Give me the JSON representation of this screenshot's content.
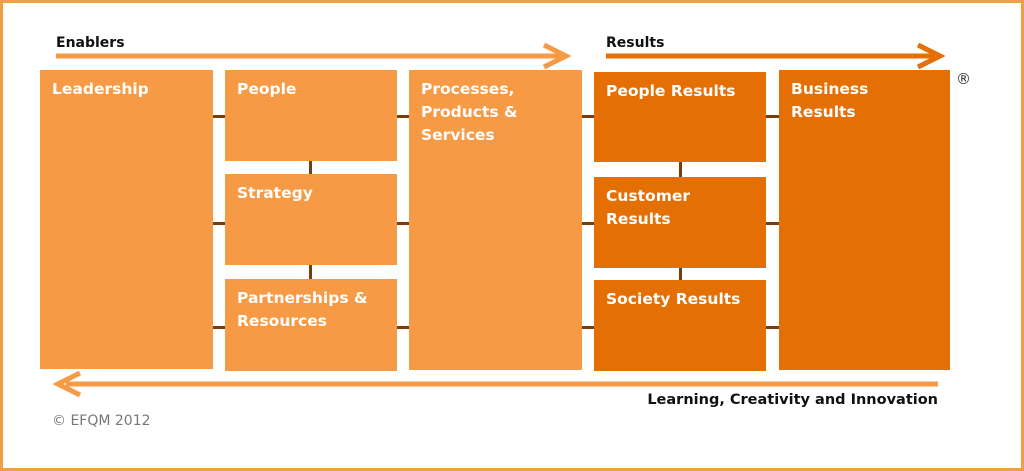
{
  "enablers_label": "Enablers",
  "results_label": "Results",
  "boxes": {
    "leadership": "Leadership",
    "people": "People",
    "strategy": "Strategy",
    "partnerships_line1": "Partnerships &",
    "partnerships_line2": "Resources",
    "processes_line1": "Processes,",
    "processes_line2": "Products &",
    "processes_line3": "Services",
    "people_results": "People Results",
    "customer_results": "Customer Results",
    "society_results": "Society Results",
    "business_results": "Business Results"
  },
  "registered_mark": "®",
  "learning_label": "Learning, Creativity and Innovation",
  "copyright": "© EFQM 2012",
  "colors": {
    "enabler": "#f79a45",
    "result": "#e46f05",
    "connector": "#7a3e0c",
    "frame": "#f0a044"
  }
}
